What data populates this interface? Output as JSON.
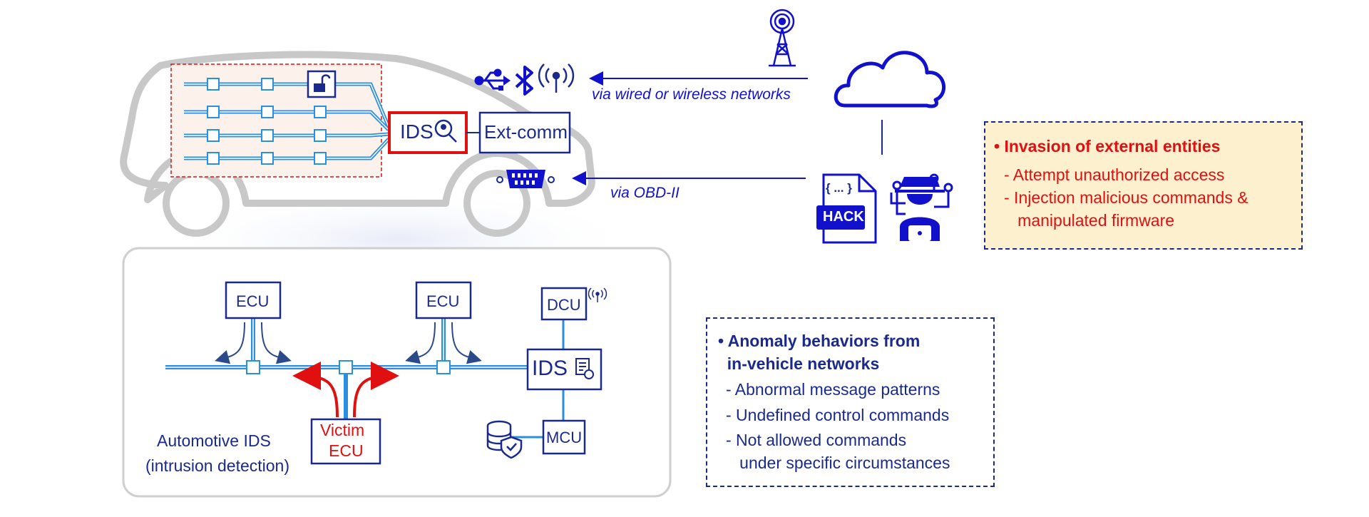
{
  "vehicle": {
    "ids_label": "IDS",
    "extcomm_label": "Ext-comm",
    "via_wireless": "via wired or wireless networks",
    "via_obd": "via OBD-II",
    "icons": [
      "usb-icon",
      "bluetooth-icon",
      "wireless-icon",
      "obd-port-icon",
      "lock-icon",
      "search-icon"
    ]
  },
  "external": {
    "hack_label": "HACK",
    "code_label": "{ ... }",
    "icons": [
      "antenna-tower-icon",
      "cloud-icon",
      "hack-file-icon",
      "hacker-icon"
    ]
  },
  "network": {
    "ecu1": "ECU",
    "ecu2": "ECU",
    "dcu": "DCU",
    "ids": "IDS",
    "mcu": "MCU",
    "victim_line1": "Victim",
    "victim_line2": "ECU",
    "caption_line1": "Automotive IDS",
    "caption_line2": "(intrusion detection)",
    "icons": [
      "database-shield-icon",
      "wireless-small-icon",
      "log-icon"
    ]
  },
  "threats": {
    "title": "• Invasion of external entities",
    "items": [
      "-  Attempt unauthorized access",
      "-  Injection malicious commands &",
      "   manipulated firmware"
    ]
  },
  "anomalies": {
    "title_line1": "• Anomaly behaviors from",
    "title_line2": "  in-vehicle networks",
    "items": [
      "-  Abnormal message patterns",
      "-  Undefined control commands",
      "-  Not allowed commands",
      "   under specific circumstances"
    ]
  },
  "colors": {
    "navy": "#1a2a8c",
    "blue": "#1111cc",
    "line_blue": "#2b8fe0",
    "red": "#e01010",
    "threat_bg": "#fdf0cf",
    "car_gray": "#c8c8c8"
  }
}
